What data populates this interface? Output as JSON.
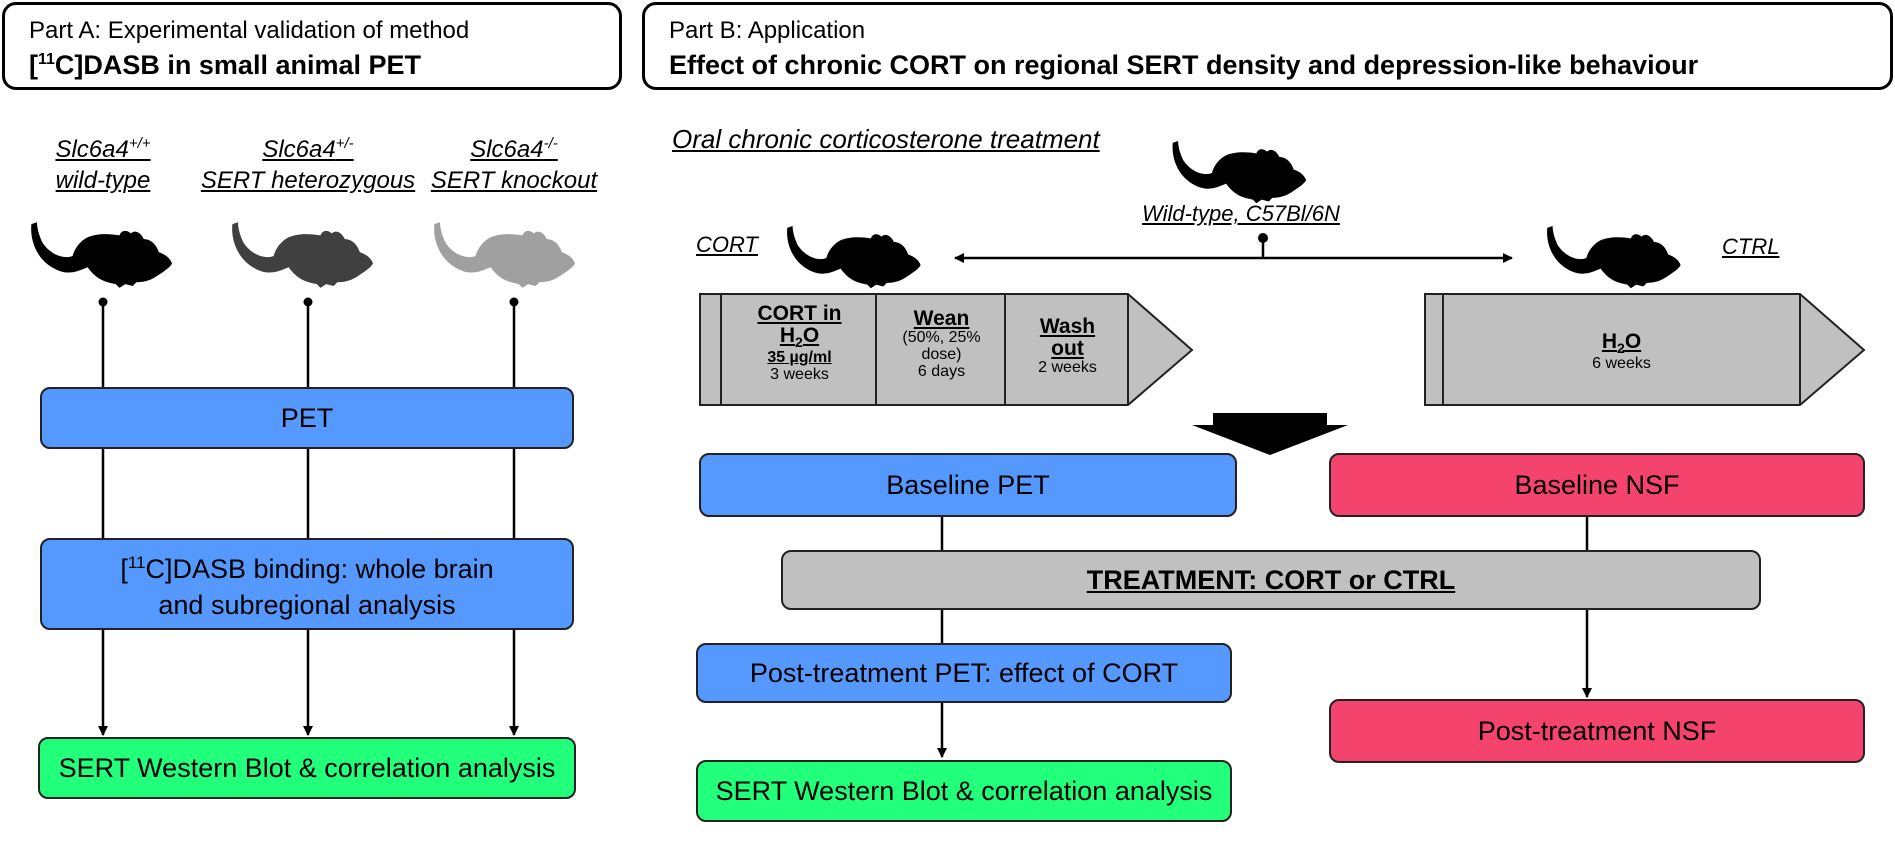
{
  "part_a": {
    "label": "Part A: Experimental validation of method",
    "title_prefix": "[",
    "title_sup": "11",
    "title_rest": "C]DASB in small animal PET",
    "mice": [
      {
        "gene": "Slc6a4",
        "geno": "+/+",
        "label": "wild-type",
        "color": "#000000"
      },
      {
        "gene": "Slc6a4",
        "geno": "+/-",
        "label": "SERT heterozygous",
        "color": "#404040"
      },
      {
        "gene": "Slc6a4",
        "geno": "-/-",
        "label": "SERT knockout",
        "color": "#a0a0a0"
      }
    ],
    "pet_box": "PET",
    "binding_box_prefix": "[",
    "binding_box_sup": "11",
    "binding_box_rest": "C]DASB binding:  whole brain and subregional analysis",
    "western_box": "SERT Western Blot & correlation analysis"
  },
  "part_b": {
    "label": "Part B: Application",
    "title": "Effect of chronic CORT on regional SERT density and depression-like behaviour",
    "treatment_title": "Oral chronic corticosterone treatment",
    "wildtype_label": "Wild-type, C57Bl/6N",
    "cort_label": "CORT",
    "ctrl_label": "CTRL",
    "cort_arrow": {
      "stage1": {
        "title1": "CORT in",
        "title2_main": "H",
        "title2_sub": "2",
        "title2_end": "O",
        "dose": "35 µg/ml",
        "duration": "3 weeks"
      },
      "stage2": {
        "title": "Wean",
        "detail1": "(50%, 25%",
        "detail2": "dose)",
        "duration": "6 days"
      },
      "stage3": {
        "title1": "Wash",
        "title2": "out",
        "duration": "2 weeks"
      }
    },
    "ctrl_arrow": {
      "title_main": "H",
      "title_sub": "2",
      "title_end": "O",
      "duration": "6 weeks"
    },
    "baseline_pet": "Baseline PET",
    "baseline_nsf": "Baseline NSF",
    "treatment_box": "TREATMENT: CORT or CTRL",
    "post_pet": "Post-treatment PET: effect of CORT",
    "post_nsf": "Post-treatment NSF",
    "western_box": "SERT Western Blot & correlation analysis"
  }
}
